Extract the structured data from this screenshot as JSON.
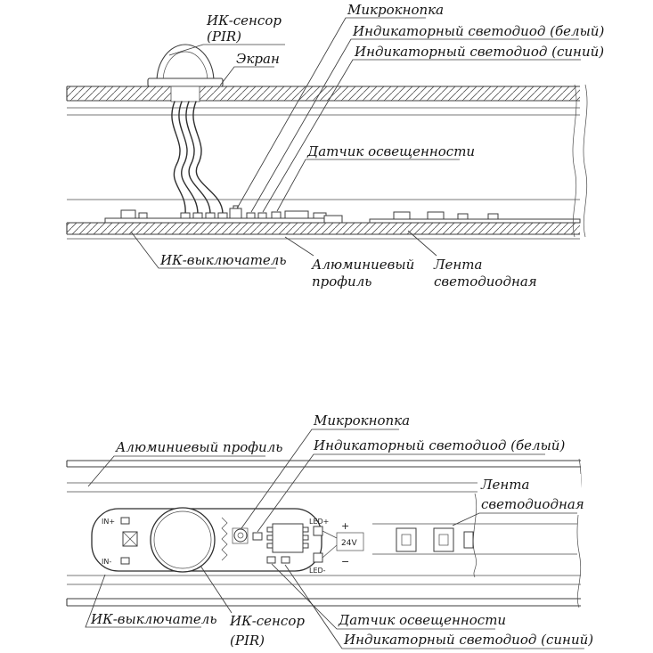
{
  "drawing": {
    "line_color": "#3c3c3c",
    "text_color": "#141414",
    "background": "#ffffff"
  },
  "section_view": {
    "labels": {
      "ir_sensor_line1": "ИК-сенсор",
      "ir_sensor_line2": "(PIR)",
      "screen": "Экран",
      "micro_button": "Микрокнопка",
      "indicator_led_white": "Индикаторный светодиод (белый)",
      "indicator_led_blue": "Индикаторный светодиод (синий)",
      "light_sensor": "Датчик освещенности",
      "ir_switch": "ИК-выключатель",
      "aluminum_profile_line1": "Алюминиевый",
      "aluminum_profile_line2": "профиль",
      "led_strip_line1": "Лента",
      "led_strip_line2": "светодиодная"
    }
  },
  "plan_view": {
    "labels": {
      "aluminum_profile": "Алюминиевый профиль",
      "micro_button": "Микрокнопка",
      "indicator_led_white": "Индикаторный светодиод (белый)",
      "led_strip_line1": "Лента",
      "led_strip_line2": "светодиодная",
      "ir_switch": "ИК-выключатель",
      "ir_sensor_line1": "ИК-сенсор",
      "ir_sensor_line2": "(PIR)",
      "light_sensor": "Датчик освещенности",
      "indicator_led_blue": "Индикаторный светодиод (синий)"
    },
    "pcb_markings": {
      "in_plus": "IN+",
      "in_minus": "IN-",
      "led_plus": "LED+",
      "led_minus": "LED-",
      "supply_plus": "+",
      "supply_voltage": "24V",
      "supply_minus": "−"
    }
  }
}
